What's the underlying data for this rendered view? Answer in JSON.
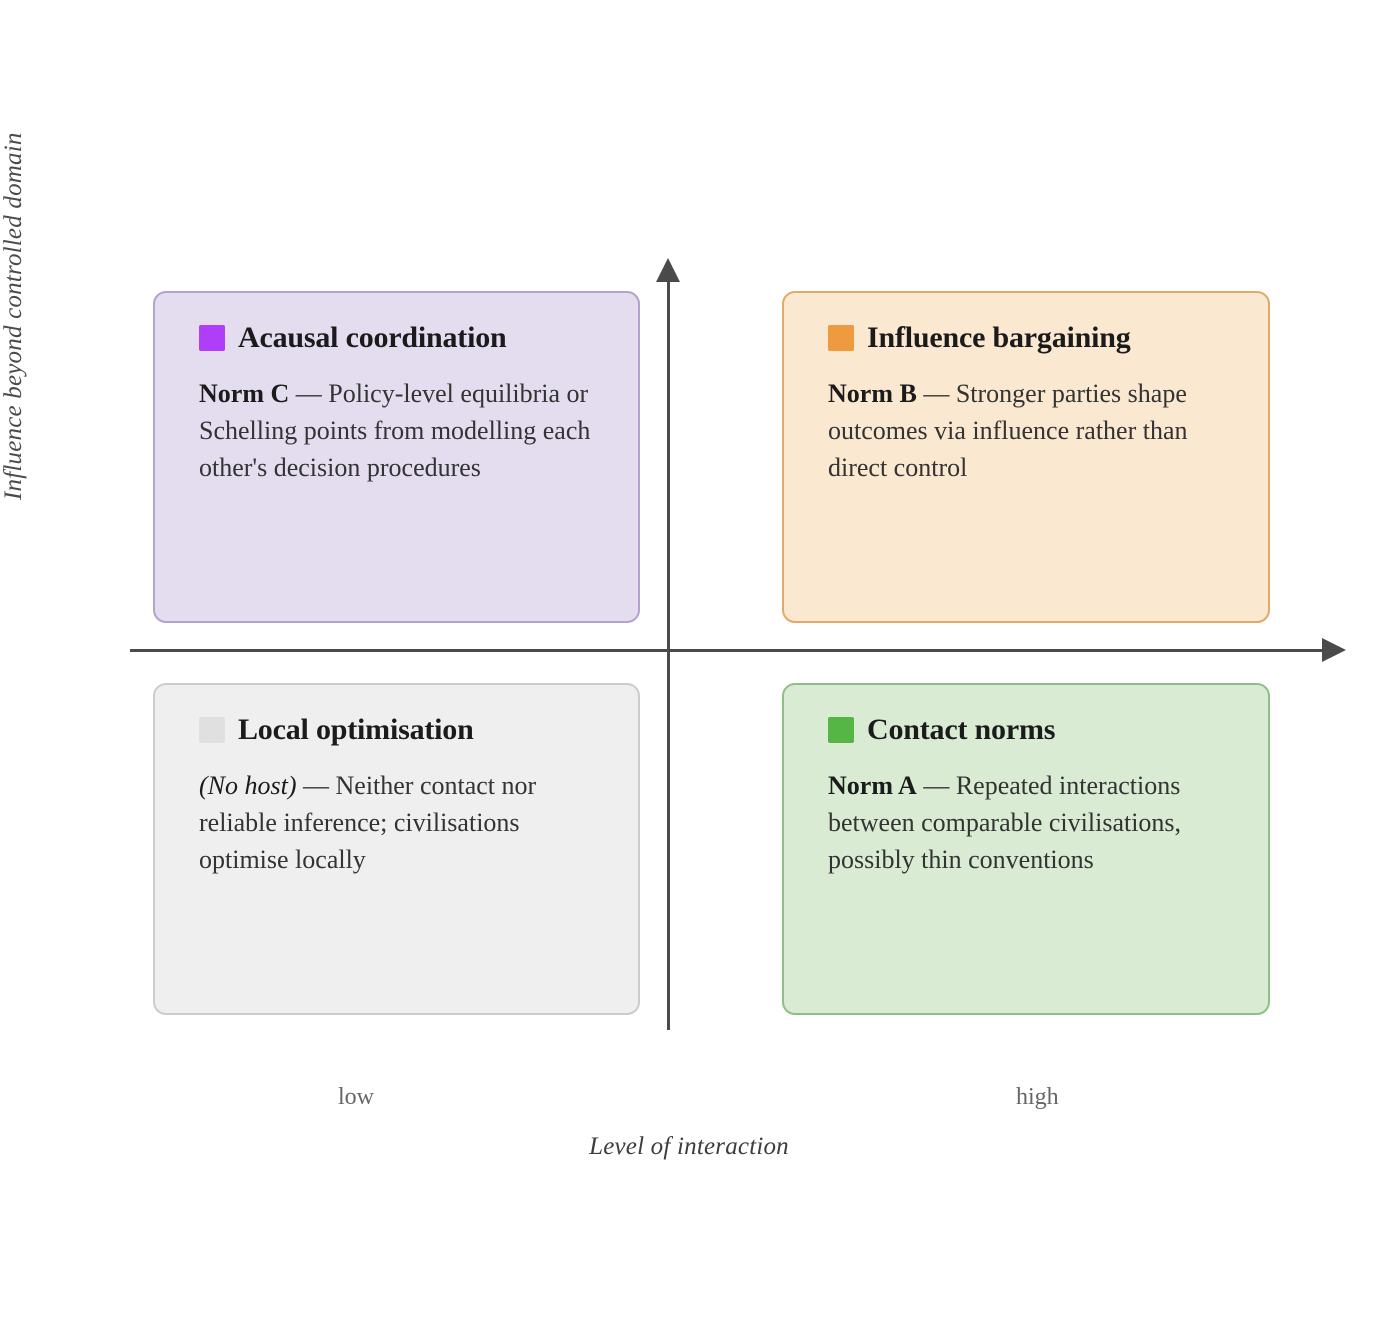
{
  "chart_data": {
    "type": "table",
    "title": "",
    "xlabel": "Level of interaction",
    "ylabel": "Influence beyond controlled domain",
    "x_ticks": [
      "low",
      "high"
    ],
    "grid": false,
    "legend": "none",
    "quadrants": [
      {
        "position": "top-left",
        "x": "low",
        "y": "high",
        "swatch_color": "#ae3ef7",
        "title": "Acausal coordination",
        "lead": "Norm C",
        "lead_style": "bold",
        "dash": "—",
        "description": "Policy-level equilibria or Schelling points from modelling each other's decision procedures",
        "fill_color": "#e4ddef",
        "border_color": "#b4a1cd"
      },
      {
        "position": "top-right",
        "x": "high",
        "y": "high",
        "swatch_color": "#ee9a3f",
        "title": "Influence bargaining",
        "lead": "Norm B",
        "lead_style": "bold",
        "dash": "—",
        "description": "Stronger parties shape outcomes via influence rather than direct control",
        "fill_color": "#fae8d0",
        "border_color": "#dfab66"
      },
      {
        "position": "bottom-left",
        "x": "low",
        "y": "low",
        "swatch_color": "#e0e0e0",
        "title": "Local optimisation",
        "lead": "(No host)",
        "lead_style": "italic",
        "dash": "—",
        "description": "Neither contact nor reliable inference; civilisations optimise locally",
        "fill_color": "#efefef",
        "border_color": "#cccccc"
      },
      {
        "position": "bottom-right",
        "x": "high",
        "y": "low",
        "swatch_color": "#56b645",
        "title": "Contact norms",
        "lead": "Norm A",
        "lead_style": "bold",
        "dash": "—",
        "description": "Repeated interactions between comparable civilisations, possibly thin conventions",
        "fill_color": "#d9ebd3",
        "border_color": "#90bf86"
      }
    ]
  },
  "axes": {
    "y_label": "Influence beyond controlled domain",
    "x_label": "Level of interaction",
    "x_tick_low": "low",
    "x_tick_high": "high",
    "axis_color": "#4a4a4a"
  },
  "quadrants": {
    "top_left": {
      "title": "Acausal coordination",
      "lead": "Norm C",
      "dash": " — ",
      "description": "Policy-level equilibria or Schelling points from modelling each other's decision procedures",
      "swatch_name": "purple-swatch"
    },
    "top_right": {
      "title": "Influence bargaining",
      "lead": "Norm B",
      "dash": " — ",
      "description": "Stronger parties shape outcomes via influence rather than direct control",
      "swatch_name": "orange-swatch"
    },
    "bottom_left": {
      "title": "Local optimisation",
      "lead": "(No host)",
      "dash": " — ",
      "description": "Neither contact nor reliable inference; civilisations optimise locally",
      "swatch_name": "grey-swatch"
    },
    "bottom_right": {
      "title": "Contact norms",
      "lead": "Norm A",
      "dash": " — ",
      "description": "Repeated interactions between comparable civilisations, possibly thin conventions",
      "swatch_name": "green-swatch"
    }
  }
}
